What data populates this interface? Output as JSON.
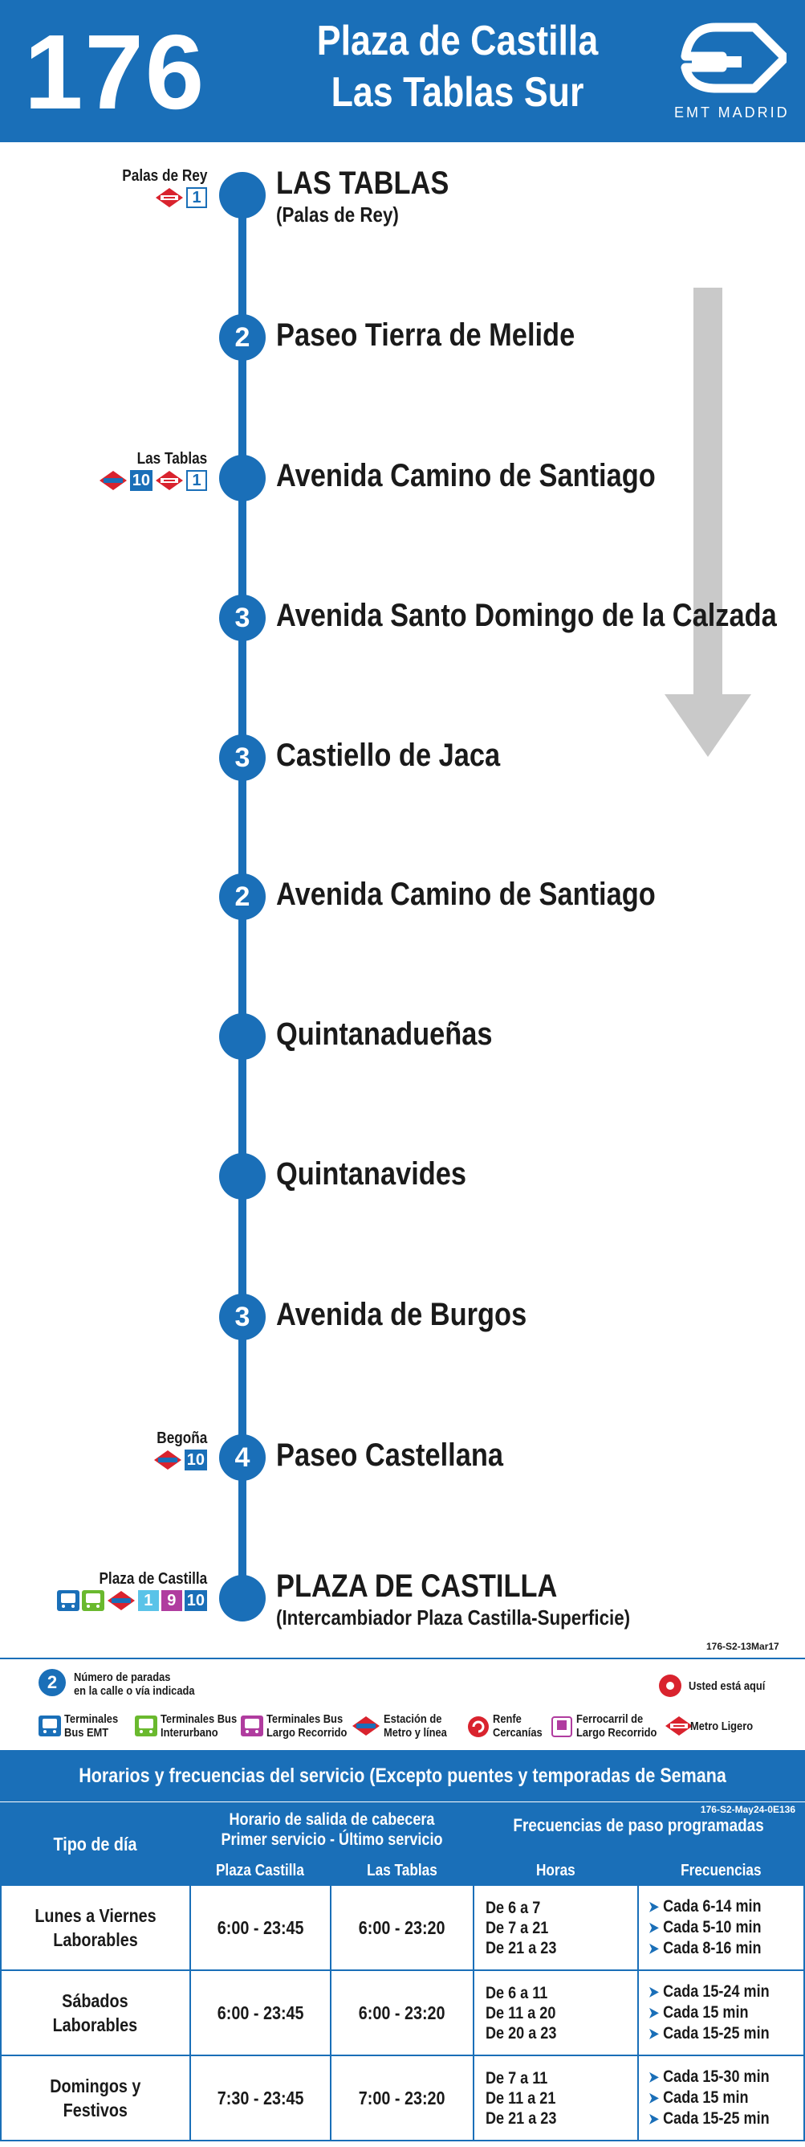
{
  "header": {
    "line_number": "176",
    "dest1": "Plaza de Castilla",
    "dest2": "Las Tablas Sur",
    "brand": "EMT MADRID"
  },
  "stops": [
    {
      "name": "LAS TABLAS",
      "sub": "(Palas de Rey)",
      "count": "",
      "conn_name": "Palas de Rey",
      "badges": [
        {
          "type": "ml"
        },
        {
          "type": "outline",
          "text": "1"
        }
      ]
    },
    {
      "name": "Paseo Tierra de Melide",
      "sub": "",
      "count": "2",
      "conn_name": "",
      "badges": []
    },
    {
      "name": "Avenida Camino de Santiago",
      "sub": "",
      "count": "",
      "conn_name": "Las Tablas",
      "badges": [
        {
          "type": "metro"
        },
        {
          "type": "dark",
          "text": "10"
        },
        {
          "type": "ml"
        },
        {
          "type": "outline",
          "text": "1"
        }
      ]
    },
    {
      "name": "Avenida Santo Domingo de la Calzada",
      "sub": "",
      "count": "3",
      "conn_name": "",
      "badges": []
    },
    {
      "name": "Castiello de Jaca",
      "sub": "",
      "count": "3",
      "conn_name": "",
      "badges": []
    },
    {
      "name": "Avenida Camino de Santiago",
      "sub": "",
      "count": "2",
      "conn_name": "",
      "badges": []
    },
    {
      "name": "Quintanadueñas",
      "sub": "",
      "count": "",
      "conn_name": "",
      "badges": []
    },
    {
      "name": "Quintanavides",
      "sub": "",
      "count": "",
      "conn_name": "",
      "badges": []
    },
    {
      "name": "Avenida de Burgos",
      "sub": "",
      "count": "3",
      "conn_name": "",
      "badges": []
    },
    {
      "name": "Paseo Castellana",
      "sub": "",
      "count": "4",
      "conn_name": "Begoña",
      "badges": [
        {
          "type": "metro"
        },
        {
          "type": "dark",
          "text": "10"
        }
      ]
    },
    {
      "name": "PLAZA DE CASTILLA",
      "sub": "(Intercambiador Plaza Castilla-Superficie)",
      "count": "",
      "conn_name": "Plaza de Castilla",
      "badges": [
        {
          "type": "busemt"
        },
        {
          "type": "businter"
        },
        {
          "type": "metro"
        },
        {
          "type": "cyan",
          "text": "1"
        },
        {
          "type": "pink",
          "text": "9"
        },
        {
          "type": "dark",
          "text": "10"
        }
      ]
    }
  ],
  "doc_code": "176-S2-13Mar17",
  "legend": {
    "stops_count_badge": "2",
    "stops_count": "Número de paradas|en la calle o vía indicada",
    "you_are_here": "Usted está aquí",
    "items": [
      "Terminales|Bus EMT",
      "Terminales Bus|Interurbano",
      "Terminales Bus|Largo Recorrido",
      "Estación de|Metro y línea",
      "Renfe|Cercanías",
      "Ferrocarril de|Largo Recorrido",
      "Metro Ligero"
    ]
  },
  "schedule": {
    "title": "Horarios y frecuencias del servicio (Excepto puentes y temporadas de Semana Santa y Verano)",
    "code": "176-S2-May24-0E136",
    "col_tipo": "Tipo de día",
    "col_horario": "Horario de salida de cabecera",
    "col_horario2": "Primer servicio - Último servicio",
    "col_freq": "Frecuencias de paso programadas",
    "sub_plaza": "Plaza Castilla",
    "sub_tablas": "Las Tablas",
    "sub_horas": "Horas",
    "sub_frecuencias": "Frecuencias",
    "rows": [
      {
        "day1": "Lunes a Viernes",
        "day2": "Laborables",
        "plaza": "6:00 - 23:45",
        "tablas": "6:00 - 23:20",
        "horas": [
          "De 6 a 7",
          "De 7 a 21",
          "De 21 a 23"
        ],
        "freqs": [
          "Cada 6-14 min",
          "Cada 5-10 min",
          "Cada 8-16 min"
        ]
      },
      {
        "day1": "Sábados",
        "day2": "Laborables",
        "plaza": "6:00 - 23:45",
        "tablas": "6:00 - 23:20",
        "horas": [
          "De 6 a 11",
          "De 11 a 20",
          "De 20 a 23"
        ],
        "freqs": [
          "Cada 15-24 min",
          "Cada 15 min",
          "Cada 15-25 min"
        ]
      },
      {
        "day1": "Domingos y",
        "day2": "Festivos",
        "plaza": "7:30 - 23:45",
        "tablas": "7:00 - 23:20",
        "horas": [
          "De 7 a 11",
          "De 11 a 21",
          "De 21 a 23"
        ],
        "freqs": [
          "Cada 15-30 min",
          "Cada 15 min",
          "Cada 15-25 min"
        ]
      }
    ]
  },
  "colors": {
    "brand_blue": "#1a6fb8",
    "metro_red": "#d9232e",
    "arrow_gray": "#c9c9c9"
  }
}
